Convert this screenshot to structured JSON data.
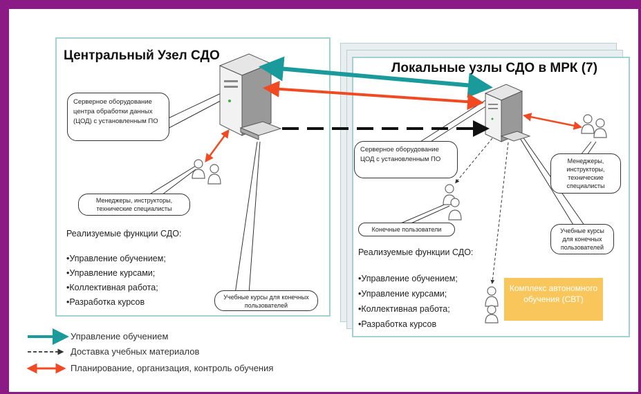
{
  "central": {
    "title": "Центральный Узел СДО",
    "server_callout": "Серверное оборудование центра обработки данных (ЦОД) с установленным ПО",
    "people_callout": "Менеджеры, инструкторы, технические специалисты",
    "courses_callout": "Учебные курсы для конечных пользователей",
    "functions_heading": "Реализуемые функции СДО:",
    "functions": [
      "•Управление обучением;",
      "•Управление курсами;",
      "•Коллективная работа;",
      "•Разработка курсов"
    ]
  },
  "local": {
    "title": "Локальные узлы СДО в МРК (7)",
    "server_callout": "Серверное оборудование ЦОД с установленным ПО",
    "staff_callout": "Менеджеры, инструкторы, технические специалисты",
    "endusers_callout": "Конечные пользователи",
    "courses_callout": "Учебные курсы для конечных пользователей",
    "functions_heading": "Реализуемые функции СДО:",
    "functions": [
      "•Управление обучением;",
      "•Управление курсами;",
      "•Коллективная работа;",
      "•Разработка курсов"
    ],
    "svt_label": "Комплекс автономного обучения (СВТ)"
  },
  "legend": [
    {
      "label": "Управление обучением",
      "color": "#1a9a9a",
      "style": "solid-teal"
    },
    {
      "label": "Доставка учебных материалов",
      "color": "#111111",
      "style": "dashed"
    },
    {
      "label": "Планирование, организация, контроль обучения",
      "color": "#f04a23",
      "style": "double-red"
    }
  ],
  "colors": {
    "frame": "#8b1a86",
    "teal": "#1a9a9a",
    "red": "#f04a23",
    "svt_fill": "#f9c65c",
    "panel_border": "#9fd3d3"
  }
}
